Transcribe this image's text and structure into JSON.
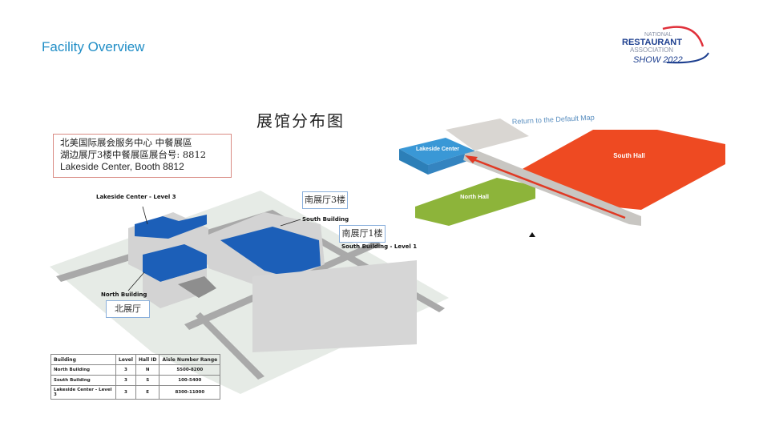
{
  "header": {
    "title": "Facility Overview",
    "logo": {
      "line1": "NATIONAL",
      "line2": "RESTAURANT",
      "line3": "ASSOCIATION",
      "line4": "SHOW 2022"
    }
  },
  "map_title": "展馆分布图",
  "booth_info": {
    "line1": "北美国际展会服务中心 中餐展區",
    "line2": "湖边展厅3楼中餐展區展台号: 8812",
    "line3": "Lakeside Center, Booth 8812"
  },
  "left_map": {
    "labels": {
      "lakeside": "Lakeside Center - Level 3",
      "south": "South Building",
      "south_level1": "South Building - Level 1",
      "north": "North Building"
    },
    "cn_labels": {
      "south3": "南展厅3楼",
      "south1": "南展厅1楼",
      "north": "北展厅"
    }
  },
  "table": {
    "headers": [
      "Building",
      "Level",
      "Hall ID",
      "Aisle Number Range"
    ],
    "rows": [
      [
        "North Building",
        "3",
        "N",
        "5500-8200"
      ],
      [
        "South Building",
        "3",
        "S",
        "100-5400"
      ],
      [
        "Lakeside Center - Level 3",
        "3",
        "E",
        "8300-11000"
      ]
    ]
  },
  "right_map": {
    "return_link": "Return to the Default Map",
    "lakeside": "Lakeside Center",
    "north": "North Hall",
    "south": "South Hall",
    "colors": {
      "lakeside": "#3a98d6",
      "north": "#8db43a",
      "south": "#ee4a22",
      "route": "#e03a25"
    }
  }
}
